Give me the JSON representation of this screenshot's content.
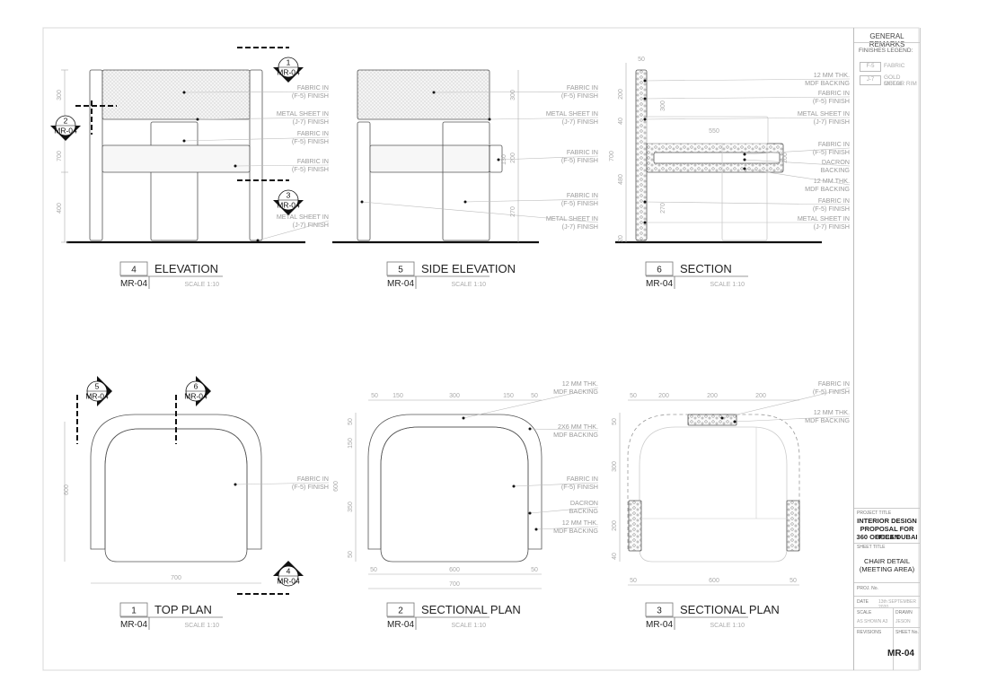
{
  "colors": {
    "line": "#555",
    "note": "#9a9a9a",
    "fabric_fill": "#eeeeee",
    "ground": "#111111"
  },
  "sheet_ref": "MR-04",
  "views": [
    {
      "num": "4",
      "title": "ELEVATION",
      "ref": "MR-04",
      "scale": "SCALE  1:10"
    },
    {
      "num": "5",
      "title": "SIDE ELEVATION",
      "ref": "MR-04",
      "scale": "SCALE  1:10"
    },
    {
      "num": "6",
      "title": "SECTION",
      "ref": "MR-04",
      "scale": "SCALE  1:10"
    },
    {
      "num": "1",
      "title": "TOP PLAN",
      "ref": "MR-04",
      "scale": "SCALE  1:10"
    },
    {
      "num": "2",
      "title": "SECTIONAL PLAN",
      "ref": "MR-04",
      "scale": "SCALE  1:10"
    },
    {
      "num": "3",
      "title": "SECTIONAL PLAN",
      "ref": "MR-04",
      "scale": "SCALE  1:10"
    }
  ],
  "markers": [
    {
      "num": "1",
      "ref": "MR-04"
    },
    {
      "num": "2",
      "ref": "MR-04"
    },
    {
      "num": "3",
      "ref": "MR-04"
    },
    {
      "num": "5",
      "ref": "MR-04"
    },
    {
      "num": "6",
      "ref": "MR-04"
    },
    {
      "num": "4",
      "ref": "MR-04"
    }
  ],
  "notes": {
    "fabric_f5": [
      "FABRIC IN",
      "(F-5) FINISH"
    ],
    "metal_j7": [
      "METAL SHEET IN",
      "(J-7) FINISH"
    ],
    "mdf12": [
      "12 MM THK.",
      "MDF BACKING"
    ],
    "mdf2x6": [
      "2X6 MM THK.",
      "MDF BACKING"
    ],
    "dacron": [
      "DACRON",
      "BACKING"
    ]
  },
  "dims": {
    "elev": [
      "300",
      "700",
      "400"
    ],
    "side": [
      "300",
      "200",
      "130",
      "270"
    ],
    "sect": [
      "50",
      "200",
      "300",
      "700",
      "480",
      "550",
      "270",
      "200",
      "40",
      "20"
    ],
    "top": [
      "600",
      "700"
    ],
    "sp2": [
      "50",
      "150",
      "300",
      "150",
      "50",
      "50",
      "150",
      "600",
      "350",
      "50",
      "600",
      "50",
      "700"
    ],
    "sp3": [
      "50",
      "200",
      "200",
      "200",
      "50",
      "300",
      "200",
      "40",
      "50",
      "600",
      "50"
    ]
  },
  "title_block": {
    "general_remarks": "GENERAL REMARKS",
    "finishes_legend": "FINISHES LEGEND:",
    "legend": [
      {
        "code": "F-5",
        "desc": [
          "FABRIC"
        ]
      },
      {
        "code": "J-7",
        "desc": [
          "GOLD METAL",
          "COLOR RIM"
        ]
      }
    ],
    "project_title_label": "PROJECT TITLE",
    "project_title": [
      "INTERIOR DESIGN",
      "PROPOSAL FOR OCEAN",
      "360 OFFICE DUBAI"
    ],
    "sheet_title_label": "SHEET TITLE",
    "sheet_title": [
      "CHAIR DETAIL",
      "(MEETING AREA)"
    ],
    "proj_no_label": "PROJ. No.",
    "date_label": "DATE",
    "date": "13th SEPTEMBER 2020",
    "scale_label": "SCALE",
    "scale": "AS SHOWN A3",
    "drawn_label": "DRAWN",
    "drawn": "JESON",
    "revisions_label": "REVISIONS",
    "sheet_no_label": "SHEET No.",
    "sheet_no": "MR-04"
  }
}
